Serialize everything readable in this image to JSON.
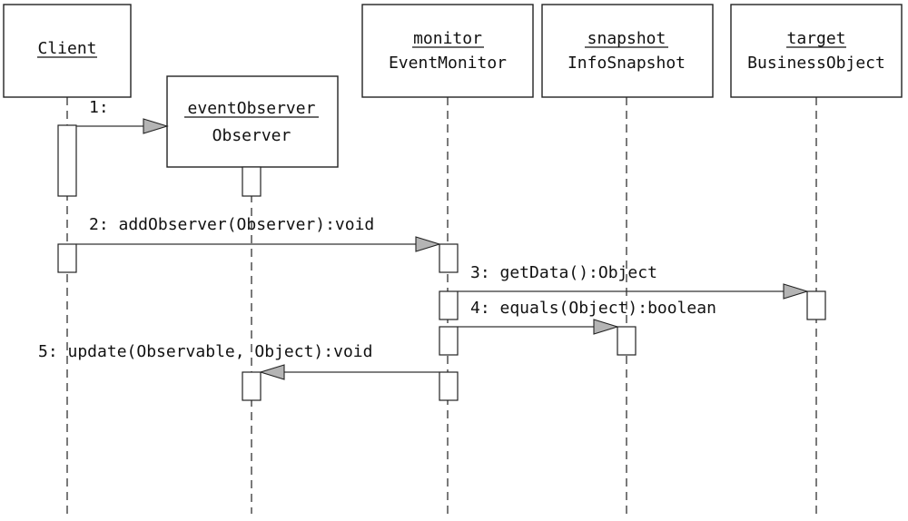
{
  "participants": [
    {
      "id": "client",
      "name": "Client",
      "type": ""
    },
    {
      "id": "eventObserver",
      "name": "eventObserver",
      "type": "Observer"
    },
    {
      "id": "monitor",
      "name": "monitor",
      "type": "EventMonitor"
    },
    {
      "id": "snapshot",
      "name": "snapshot",
      "type": "InfoSnapshot"
    },
    {
      "id": "target",
      "name": "target",
      "type": "BusinessObject"
    }
  ],
  "messages": [
    {
      "seq": 1,
      "label": "1:",
      "from": "client",
      "to": "eventObserver"
    },
    {
      "seq": 2,
      "label": "2: addObserver(Observer):void",
      "from": "client",
      "to": "monitor"
    },
    {
      "seq": 3,
      "label": "3: getData():Object",
      "from": "monitor",
      "to": "target"
    },
    {
      "seq": 4,
      "label": "4: equals(Object):boolean",
      "from": "monitor",
      "to": "snapshot"
    },
    {
      "seq": 5,
      "label": "5: update(Observable, Object):void",
      "from": "monitor",
      "to": "eventObserver"
    }
  ]
}
